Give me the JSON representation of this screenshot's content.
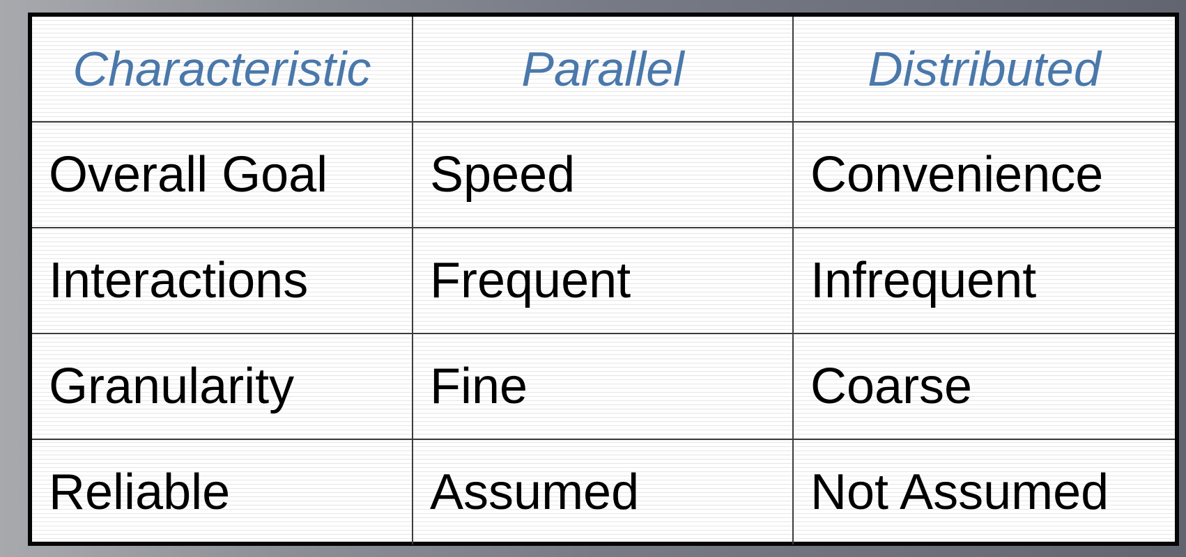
{
  "table": {
    "headers": [
      "Characteristic",
      "Parallel",
      "Distributed"
    ],
    "rows": [
      [
        "Overall Goal",
        "Speed",
        "Convenience"
      ],
      [
        "Interactions",
        "Frequent",
        "Infrequent"
      ],
      [
        "Granularity",
        "Fine",
        "Coarse"
      ],
      [
        "Reliable",
        "Assumed",
        "Not Assumed"
      ]
    ]
  },
  "colors": {
    "header_text": "#4a78aa",
    "body_text": "#000000",
    "frame_border": "#050505",
    "grid_line": "#3c3c3c",
    "stripe": "#e6e6e6"
  }
}
